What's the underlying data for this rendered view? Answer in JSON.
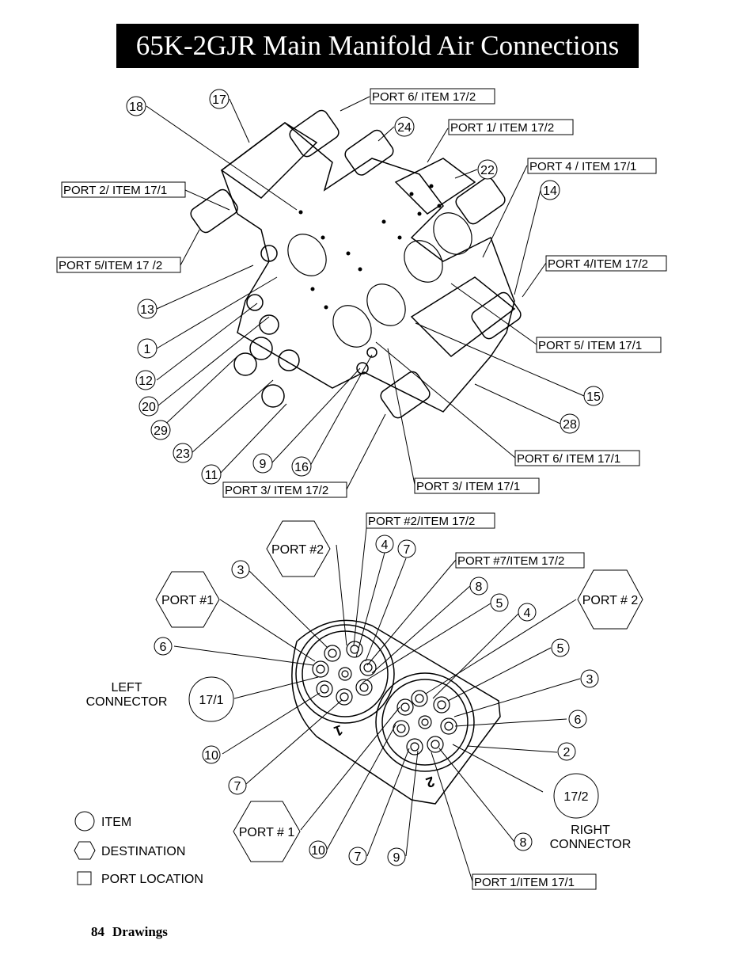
{
  "title": "65K-2GJR Main Manifold Air Connections",
  "top_view": {
    "items": [
      "18",
      "17",
      "24",
      "22",
      "14",
      "13",
      "1",
      "12",
      "20",
      "29",
      "23",
      "11",
      "9",
      "16",
      "15",
      "28"
    ],
    "ports": [
      "PORT 6/ ITEM 17/2",
      "PORT 1/ ITEM 17/2",
      "PORT 4 / ITEM 17/1",
      "PORT 2/ ITEM 17/1",
      "PORT 5/ITEM 17 /2",
      "PORT 4/ITEM 17/2",
      "PORT 5/ ITEM 17/1",
      "PORT 6/ ITEM 17/1",
      "PORT 3/ ITEM 17/1",
      "PORT 3/ ITEM 17/2"
    ]
  },
  "connector_view": {
    "ports": [
      "PORT #2/ITEM 17/2",
      "PORT #7/ITEM 17/2",
      "PORT 1/ITEM 17/1"
    ],
    "destinations": [
      "PORT #2",
      "PORT #1",
      "PORT # 2",
      "PORT # 1"
    ],
    "items": [
      "4",
      "7",
      "3",
      "8",
      "5",
      "4",
      "5",
      "3",
      "6",
      "6",
      "2",
      "10",
      "7",
      "10",
      "7",
      "9",
      "8",
      "17/1",
      "17/2"
    ],
    "left_label": "LEFT\nCONNECTOR",
    "right_label": "RIGHT\nCONNECTOR",
    "left_mark": "1",
    "right_mark": "2"
  },
  "legend": {
    "item": "ITEM",
    "destination": "DESTINATION",
    "port_location": "PORT LOCATION"
  },
  "footer": {
    "page": "84",
    "section": "Drawings"
  }
}
